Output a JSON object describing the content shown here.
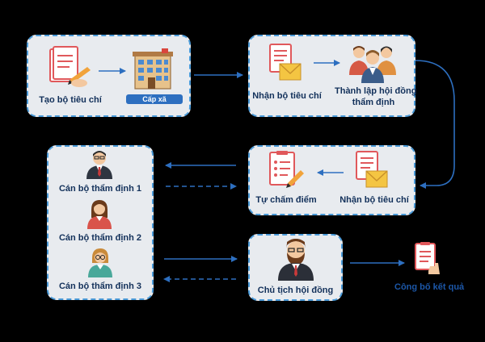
{
  "steps": {
    "create_criteria": "Tạo bộ tiêu chí",
    "commune_level": "Cấp xã",
    "receive_criteria_1": "Nhận bộ tiêu chí",
    "establish_council_line1": "Thành lập hội đồng",
    "establish_council_line2": "thẩm định",
    "self_scoring": "Tự chấm điểm",
    "receive_criteria_2": "Nhận bộ tiêu chí",
    "appraiser_1": "Cán bộ thẩm định 1",
    "appraiser_2": "Cán bộ thẩm định 2",
    "appraiser_3": "Cán bộ thẩm định 3",
    "council_chair": "Chủ tịch hội đồng",
    "publish_results": "Công bố kết quả"
  },
  "colors": {
    "background": "#000000",
    "panel": "#e8ebef",
    "panel_border": "#4a9ad8",
    "arrow": "#2d6fc0",
    "label": "#12305a",
    "accent_label": "#1c57a8"
  },
  "icons": [
    "document-pen-icon",
    "building-icon",
    "envelope-document-icon",
    "group-people-icon",
    "checklist-pen-icon",
    "man-tie-icon",
    "woman-icon",
    "woman-glasses-icon",
    "bearded-man-icon",
    "results-document-icon"
  ]
}
